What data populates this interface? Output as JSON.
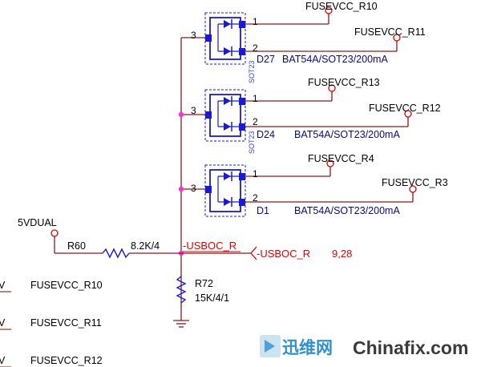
{
  "diodes": [
    {
      "ref": "D27",
      "part": "BAT54A/SOT23/200mA",
      "package": "SOT23",
      "pins": {
        "p1": "1",
        "p2": "2",
        "p3": "3"
      },
      "net_pin1": "FUSEVCC_R10",
      "net_pin2": "FUSEVCC_R11"
    },
    {
      "ref": "D24",
      "part": "BAT54A/SOT23/200mA",
      "package": "SOT23",
      "pins": {
        "p1": "1",
        "p2": "2",
        "p3": "3"
      },
      "net_pin1": "FUSEVCC_R13",
      "net_pin2": "FUSEVCC_R12"
    },
    {
      "ref": "D1",
      "part": "BAT54A/SOT23/200mA",
      "package": "",
      "pins": {
        "p1": "1",
        "p2": "2",
        "p3": "3"
      },
      "net_pin1": "FUSEVCC_R4",
      "net_pin2": "FUSEVCC_R3"
    }
  ],
  "power": {
    "name": "5VDUAL"
  },
  "r60": {
    "ref": "R60",
    "value": "8.2K/4"
  },
  "r72": {
    "ref": "R72",
    "value": "15K/4/1"
  },
  "net": {
    "name": "-USBOC_R"
  },
  "offpage": {
    "name": "-USBOC_R",
    "pages": "9,28"
  },
  "left_nets": [
    {
      "fragment": "V",
      "name": "FUSEVCC_R10"
    },
    {
      "fragment": "V",
      "name": "FUSEVCC_R11"
    },
    {
      "fragment": "V",
      "name": "FUSEVCC_R12"
    }
  ],
  "watermark": {
    "cn": "迅维网",
    "en": "Chinafix.com"
  },
  "colors": {
    "wire": "#8b1a1a",
    "component": "#1a1ad6",
    "junction": "#ff2fd1",
    "net_label": "#e00000"
  }
}
